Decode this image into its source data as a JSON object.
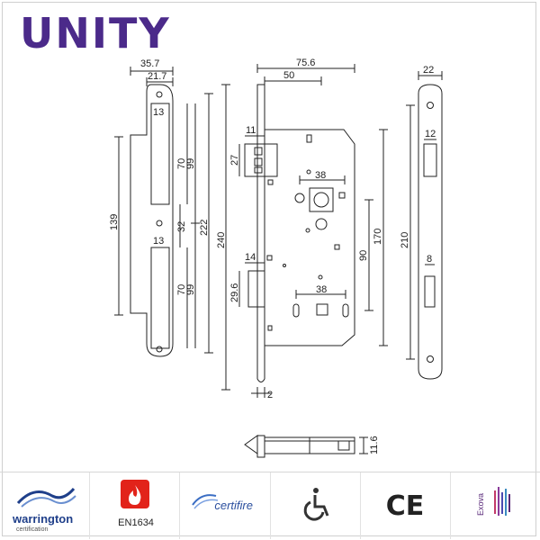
{
  "brand": {
    "name": "UNITY",
    "color": "#4b2a8a"
  },
  "dimensions": {
    "d_35_7": "35.7",
    "d_21_7": "21.7",
    "d_13_top": "13",
    "d_13_bottom": "13",
    "d_139": "139",
    "d_70_top": "70",
    "d_70_bottom": "70",
    "d_99_top": "99",
    "d_99_bottom": "99",
    "d_32": "32",
    "d_222": "222",
    "d_240": "240",
    "d_75_6": "75.6",
    "d_50": "50",
    "d_11": "11",
    "d_27": "27",
    "d_38_top": "38",
    "d_38_bottom": "38",
    "d_14": "14",
    "d_29_6": "29.6",
    "d_90": "90",
    "d_170": "170",
    "d_210": "210",
    "d_2": "2",
    "d_22": "22",
    "d_12": "12",
    "d_8": "8",
    "d_11_6": "11.6"
  },
  "logos": {
    "warrington_name": "warrington",
    "warrington_sub": "certification",
    "fire_label": "EN1634",
    "certifire_name": "certifire",
    "ce_mark": "CE",
    "exova_name": "Exova"
  },
  "colors": {
    "line": "#222222",
    "dim_line": "#333333",
    "warrington_blue": "#1f3f8a",
    "fire_red": "#e2231a",
    "wheelchair": "#333333",
    "exova_purple": "#5a2a7a"
  }
}
